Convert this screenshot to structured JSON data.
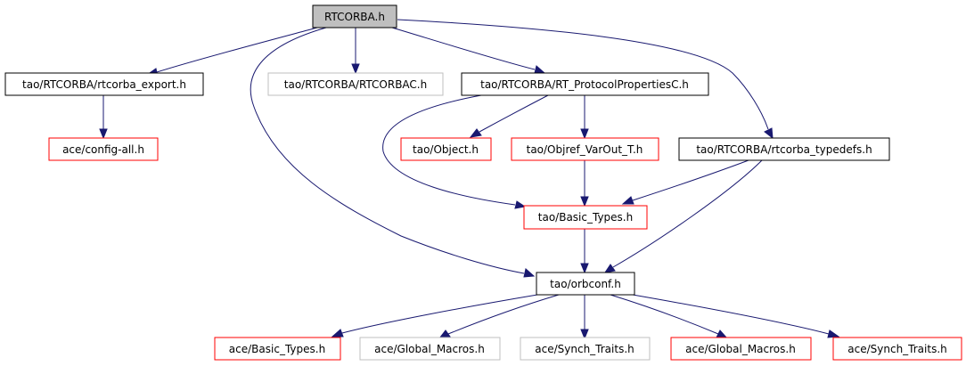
{
  "colors": {
    "root_fill": "#bfbfbf",
    "root_stroke": "#000000",
    "documented_stroke": "#000000",
    "undocumented_stroke": "#ff0000",
    "external_stroke": "#bfbfbf",
    "node_fill": "#ffffff",
    "edge": "#191970"
  },
  "nodes": [
    {
      "id": "root",
      "label": "RTCORBA.h",
      "kind": "root"
    },
    {
      "id": "export",
      "label": "tao/RTCORBA/rtcorba_export.h",
      "kind": "documented"
    },
    {
      "id": "rtcorbac",
      "label": "tao/RTCORBA/RTCORBAC.h",
      "kind": "external"
    },
    {
      "id": "protoprops",
      "label": "tao/RTCORBA/RT_ProtocolPropertiesC.h",
      "kind": "documented"
    },
    {
      "id": "configall",
      "label": "ace/config-all.h",
      "kind": "undocumented"
    },
    {
      "id": "object",
      "label": "tao/Object.h",
      "kind": "undocumented"
    },
    {
      "id": "objref",
      "label": "tao/Objref_VarOut_T.h",
      "kind": "undocumented"
    },
    {
      "id": "typedefs",
      "label": "tao/RTCORBA/rtcorba_typedefs.h",
      "kind": "documented"
    },
    {
      "id": "basictypes",
      "label": "tao/Basic_Types.h",
      "kind": "undocumented"
    },
    {
      "id": "orbconf",
      "label": "tao/orbconf.h",
      "kind": "documented"
    },
    {
      "id": "acebasic",
      "label": "ace/Basic_Types.h",
      "kind": "undocumented"
    },
    {
      "id": "globalmacros_ext",
      "label": "ace/Global_Macros.h",
      "kind": "external"
    },
    {
      "id": "synchtraits_ext",
      "label": "ace/Synch_Traits.h",
      "kind": "external"
    },
    {
      "id": "globalmacros",
      "label": "ace/Global_Macros.h",
      "kind": "undocumented"
    },
    {
      "id": "synchtraits",
      "label": "ace/Synch_Traits.h",
      "kind": "undocumented"
    }
  ],
  "edges": [
    {
      "from": "root",
      "to": "export"
    },
    {
      "from": "root",
      "to": "rtcorbac"
    },
    {
      "from": "root",
      "to": "protoprops"
    },
    {
      "from": "root",
      "to": "typedefs"
    },
    {
      "from": "root",
      "to": "orbconf"
    },
    {
      "from": "export",
      "to": "configall"
    },
    {
      "from": "protoprops",
      "to": "object"
    },
    {
      "from": "protoprops",
      "to": "objref"
    },
    {
      "from": "protoprops",
      "to": "basictypes"
    },
    {
      "from": "objref",
      "to": "basictypes"
    },
    {
      "from": "typedefs",
      "to": "basictypes"
    },
    {
      "from": "typedefs",
      "to": "orbconf"
    },
    {
      "from": "basictypes",
      "to": "orbconf"
    },
    {
      "from": "orbconf",
      "to": "acebasic"
    },
    {
      "from": "orbconf",
      "to": "globalmacros_ext"
    },
    {
      "from": "orbconf",
      "to": "synchtraits_ext"
    },
    {
      "from": "orbconf",
      "to": "globalmacros"
    },
    {
      "from": "orbconf",
      "to": "synchtraits"
    }
  ]
}
